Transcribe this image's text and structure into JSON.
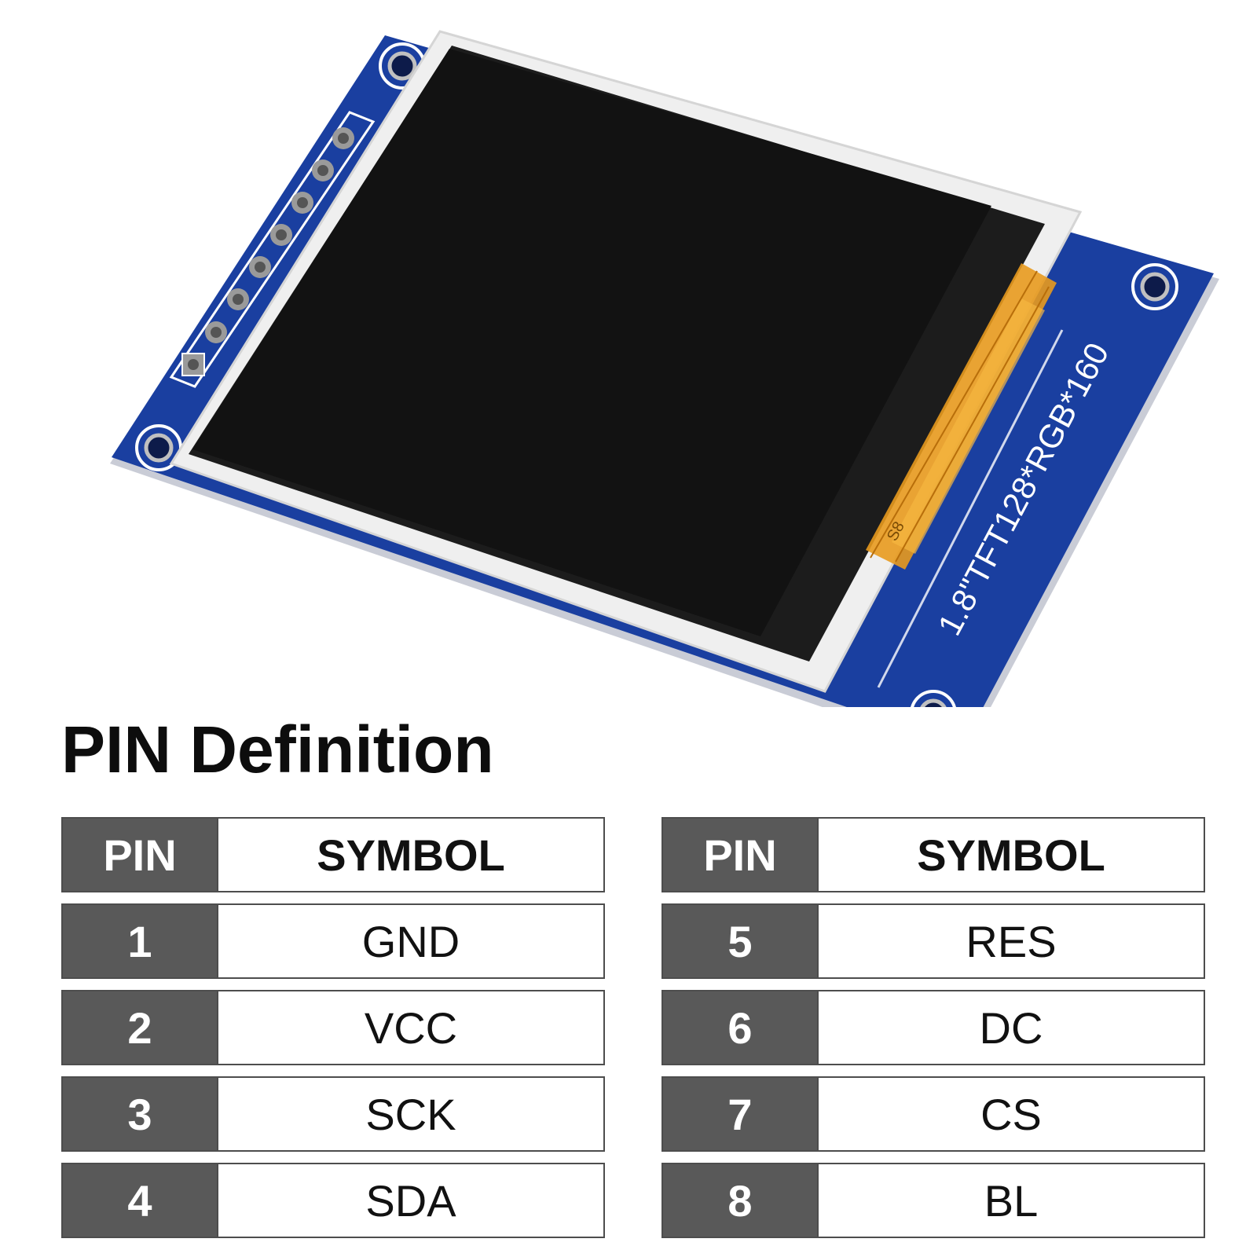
{
  "module": {
    "board_label": "1.8\"TFT128*RGB*160",
    "flex_marking": "S8",
    "colors": {
      "pcb": "#1a3fa0",
      "pcb_edge": "#0f2a78",
      "frame": "#f2f2f2",
      "screen": "#121212",
      "flex_cable": "#e89a1e"
    }
  },
  "pin_definition": {
    "title": "PIN Definition",
    "header": {
      "pin": "PIN",
      "symbol": "SYMBOL"
    },
    "left_rows": [
      {
        "pin": "1",
        "symbol": "GND"
      },
      {
        "pin": "2",
        "symbol": "VCC"
      },
      {
        "pin": "3",
        "symbol": "SCK"
      },
      {
        "pin": "4",
        "symbol": "SDA"
      }
    ],
    "right_rows": [
      {
        "pin": "5",
        "symbol": "RES"
      },
      {
        "pin": "6",
        "symbol": "DC"
      },
      {
        "pin": "7",
        "symbol": "CS"
      },
      {
        "pin": "8",
        "symbol": "BL"
      }
    ],
    "colors": {
      "pin_cell": "#595959",
      "symbol_cell": "#ffffff",
      "border": "#4d4d4d"
    }
  }
}
